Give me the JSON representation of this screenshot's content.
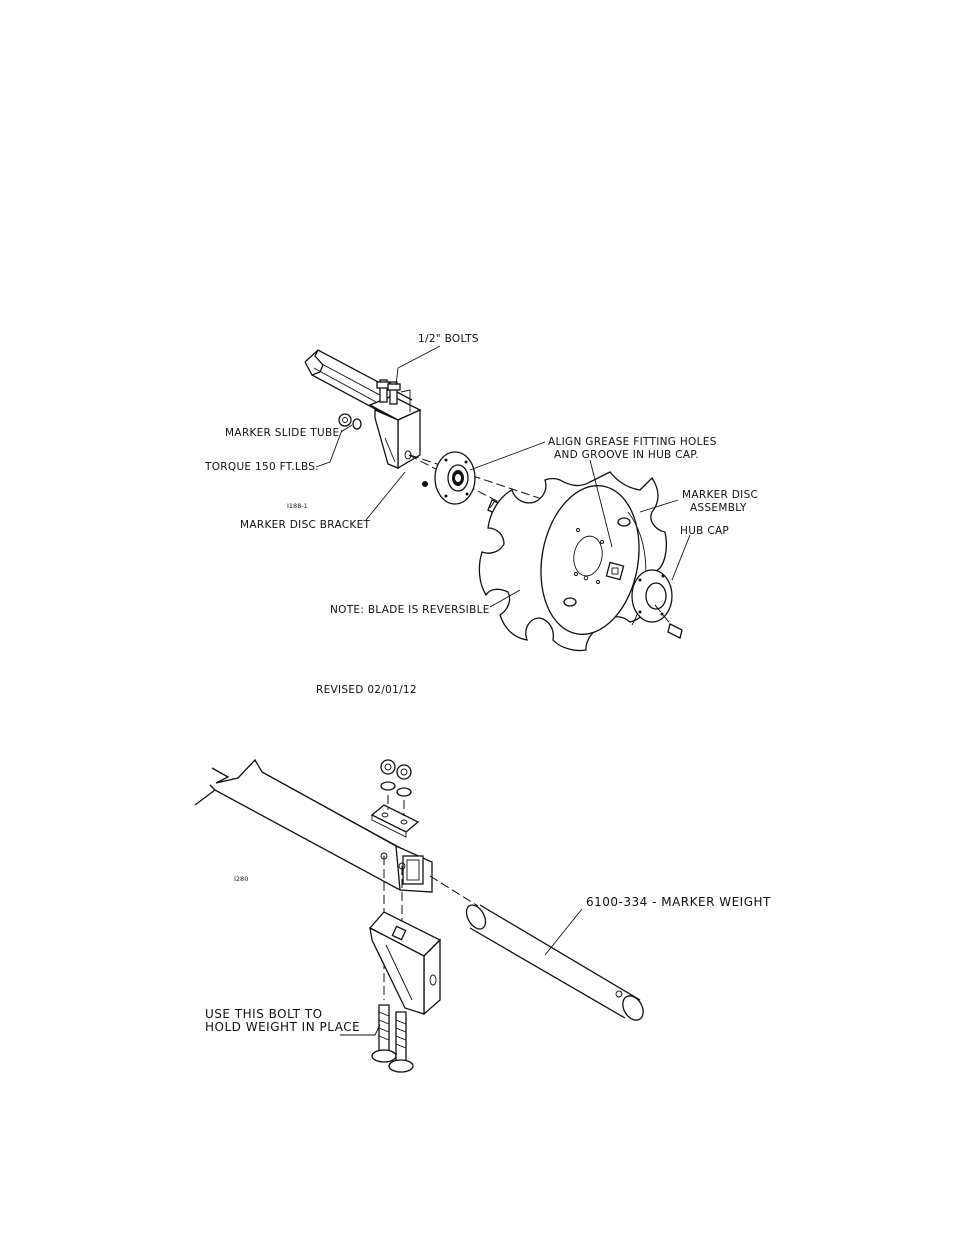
{
  "upper_diagram": {
    "labels": {
      "bolts": "1/2\" BOLTS",
      "slide_tube": "MARKER SLIDE TUBE",
      "torque": "TORQUE 150 FT.LBS.",
      "drawing_number": "I188-1",
      "disc_bracket": "MARKER DISC BRACKET",
      "align_line1": "ALIGN GREASE FITTING HOLES",
      "align_line2": "AND GROOVE IN HUB CAP.",
      "disc_assembly_line1": "MARKER DISC",
      "disc_assembly_line2": "ASSEMBLY",
      "hub_cap": "HUB CAP",
      "note": "NOTE:  BLADE IS REVERSIBLE"
    },
    "revised": "REVISED 02/01/12"
  },
  "lower_diagram": {
    "labels": {
      "drawing_number": "I280",
      "weight": "6100-334  -  MARKER WEIGHT",
      "bolt_line1": "USE THIS BOLT TO",
      "bolt_line2": "HOLD WEIGHT IN PLACE"
    }
  }
}
